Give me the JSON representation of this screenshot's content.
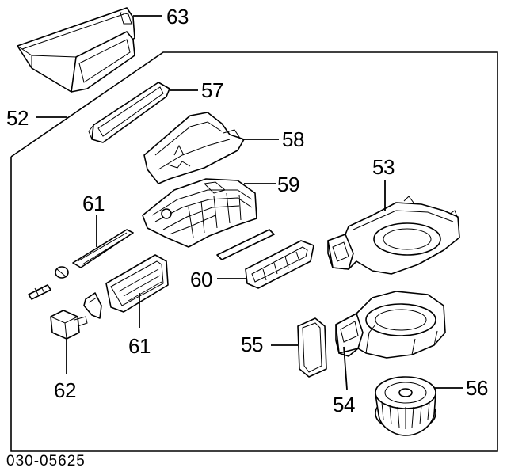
{
  "callouts": {
    "c52": "52",
    "c53": "53",
    "c54": "54",
    "c55": "55",
    "c56": "56",
    "c57": "57",
    "c58": "58",
    "c59": "59",
    "c60": "60",
    "c61a": "61",
    "c61b": "61",
    "c62": "62",
    "c63": "63"
  },
  "doc_code": "030-05625",
  "colors": {
    "ink": "#000000",
    "background": "#ffffff"
  }
}
